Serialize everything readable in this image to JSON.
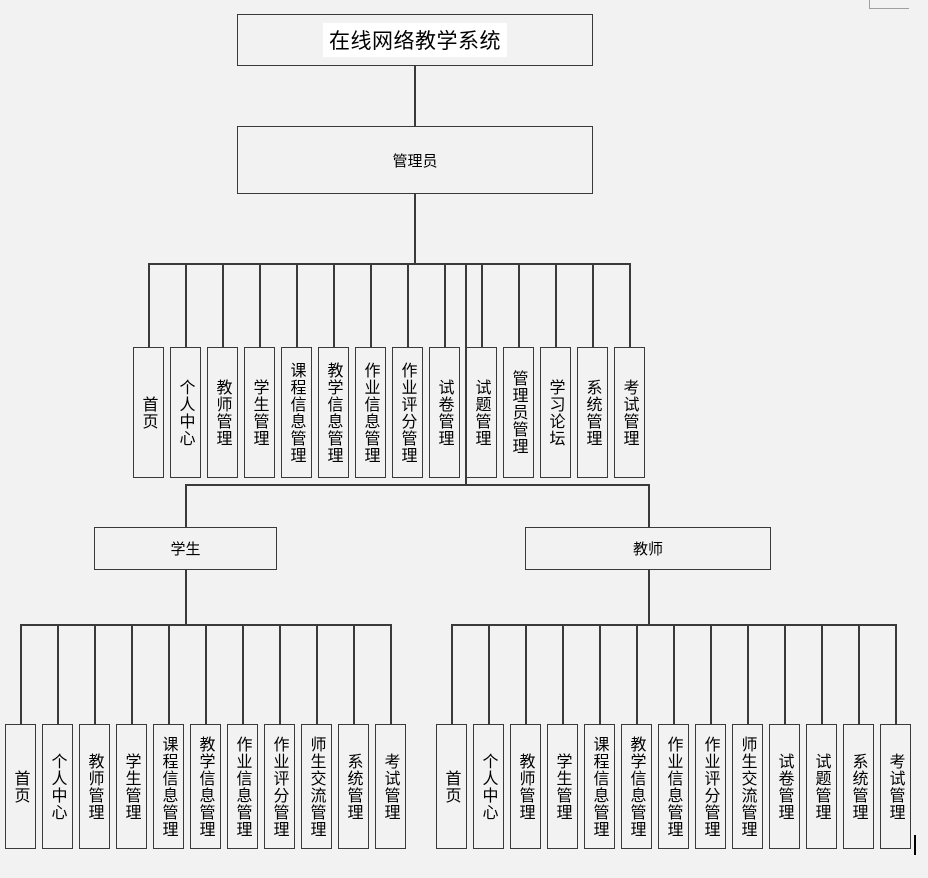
{
  "title": "在线网络教学系统",
  "admin": {
    "label": "管理员",
    "modules": [
      "首页",
      "个人中心",
      "教师管理",
      "学生管理",
      "课程信息管理",
      "教学信息管理",
      "作业信息管理",
      "作业评分管理",
      "试卷管理",
      "试题管理",
      "管理员管理",
      "学习论坛",
      "系统管理",
      "考试管理"
    ]
  },
  "student": {
    "label": "学生",
    "modules": [
      "首页",
      "个人中心",
      "教师管理",
      "学生管理",
      "课程信息管理",
      "教学信息管理",
      "作业信息管理",
      "作业评分管理",
      "师生交流管理",
      "系统管理",
      "考试管理"
    ]
  },
  "teacher": {
    "label": "教师",
    "modules": [
      "首页",
      "个人中心",
      "教师管理",
      "学生管理",
      "课程信息管理",
      "教学信息管理",
      "作业信息管理",
      "作业评分管理",
      "师生交流管理",
      "试卷管理",
      "试题管理",
      "系统管理",
      "考试管理"
    ]
  },
  "colors": {
    "background": "#f2f2f2",
    "line": "#3a3a3a",
    "title_highlight": "#ffffff"
  }
}
